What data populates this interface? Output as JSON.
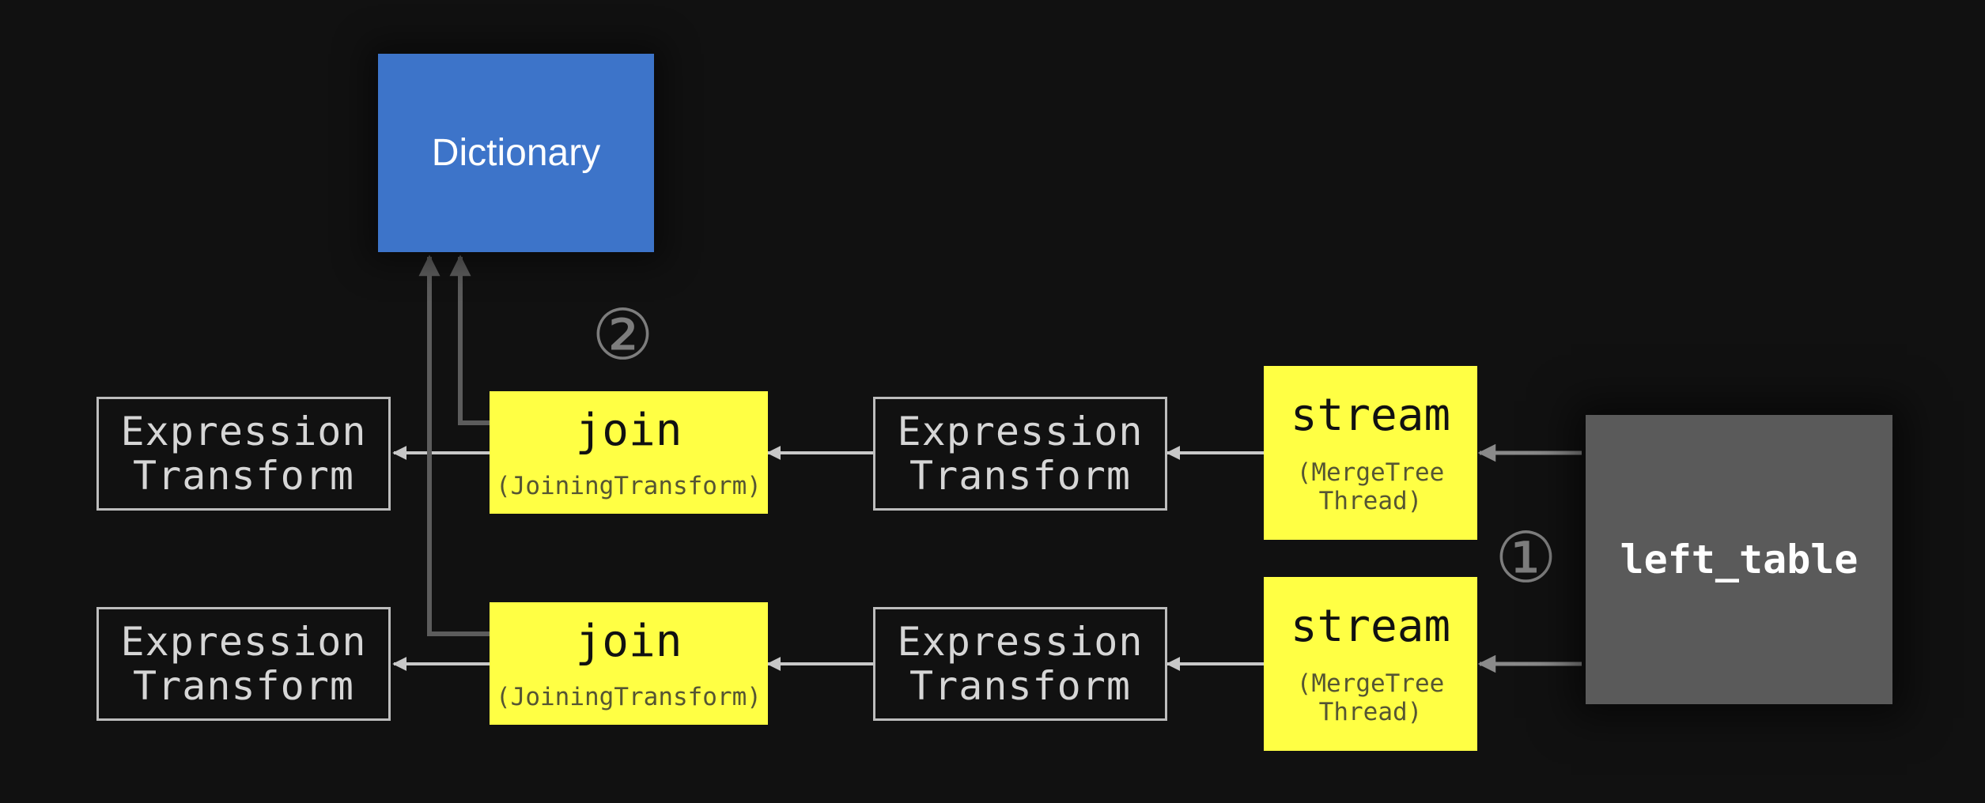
{
  "nodes": {
    "dictionary": "Dictionary",
    "left_table": "left_table",
    "expression_transform": [
      "Expression",
      "Transform"
    ],
    "join": {
      "label": "join",
      "sublabel": "(JoiningTransform)"
    },
    "stream": {
      "label": "stream",
      "sublabel": [
        "(MergeTree",
        "Thread)"
      ]
    }
  },
  "markers": {
    "step_one": "①",
    "step_two": "②"
  },
  "colors": {
    "background": "#111111",
    "dictionary": "#3d74c9",
    "left_table": "#5a5a5a",
    "highlight": "#ffff44",
    "light_arrow": "#c8c8c8",
    "dark_arrow": "#5c5c5c"
  }
}
